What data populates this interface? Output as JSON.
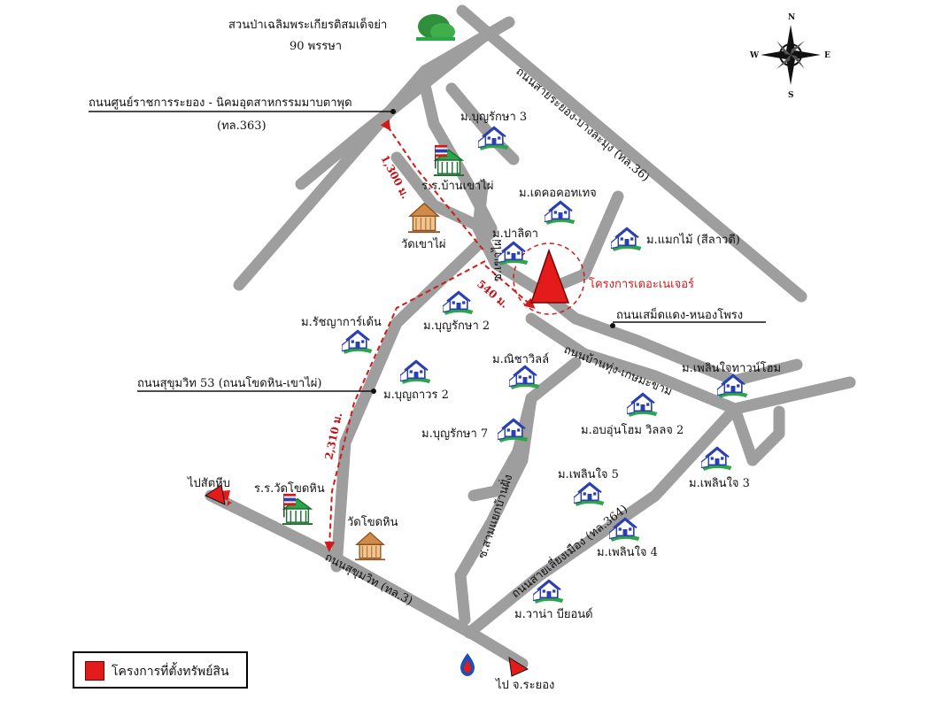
{
  "map": {
    "park": {
      "line1": "สวนป่าเฉลิมพระเกียรติสมเด็จย่า",
      "line2": "90 พรรษา"
    },
    "roads": {
      "sun_rayong": {
        "line1": "ถนนศูนย์ราชการระยอง - นิคมอุตสาหกรรมมาบตาพุด",
        "line2": "(ทล.363)"
      },
      "banchang_rayong": "ถนนสายระยอง-บางละมุง (ทล.36)",
      "saemdaeng": "ถนนเสม็ดแดง-หนองโพรง",
      "sukhumvit53": "ถนนสุขุมวิท 53 (ถนนโขดหิน-เขาไผ่)",
      "banthung": "ถนนบ้านทุ่ง-เกษมะขาม",
      "sukhumvit3": "ถนนสุขุมวิท (ทล.3)",
      "route364": "ถนนสายเลี่ยงเมือง (ทล.364)",
      "khaophai_soi": "ซ.เขาไผ่",
      "sai_wat": "ซ.สามแยกบ้านฝั่ง"
    },
    "villages": [
      {
        "id": "bunrak3",
        "label": "ม.บุญรักษา 3"
      },
      {
        "id": "decor",
        "label": "ม.เดคอคอทเทจ"
      },
      {
        "id": "maemai",
        "label": "ม.แมกไม้ (สีลาวดี)"
      },
      {
        "id": "parida",
        "label": "ม.ปาลิดา"
      },
      {
        "id": "bunrak2",
        "label": "ม.บุญรักษา 2"
      },
      {
        "id": "ratchayagarden",
        "label": "ม.รัชญาการ์เด้น"
      },
      {
        "id": "nichaville",
        "label": "ม.ณิชาวิลล์"
      },
      {
        "id": "phoenjai_town",
        "label": "ม.เพลินใจทาวน์โฮม"
      },
      {
        "id": "bunthawon2",
        "label": "ม.บุญถาวร 2"
      },
      {
        "id": "obun2",
        "label": "ม.อบอุ่นโฮม วิลลจ 2"
      },
      {
        "id": "bunrak7",
        "label": "ม.บุญรักษา 7"
      },
      {
        "id": "phoenjai3",
        "label": "ม.เพลินใจ 3"
      },
      {
        "id": "phoenjai5",
        "label": "ม.เพลินใจ 5"
      },
      {
        "id": "phoenjai4",
        "label": "ม.เพลินใจ 4"
      },
      {
        "id": "wana",
        "label": "ม.วาน่า บียอนด์"
      }
    ],
    "schools": {
      "khaophai": "ร.ร.บ้านเขาไผ่",
      "khodhin": "ร.ร.วัดโขดหิน"
    },
    "temples": {
      "khaophai": "วัดเขาไผ่",
      "khodhin": "วัดโขดหิน"
    },
    "project": "โครงการเดอะเนเจอร์",
    "distances": {
      "d1300": "1,300 ม.",
      "d540": "540 ม.",
      "d2310": "2,310 ม."
    },
    "directions": {
      "sattahip": "ไปสัตหีบ",
      "rayong": "ไป จ.ระยอง"
    },
    "compass": {
      "n": "N",
      "s": "S",
      "e": "E",
      "w": "W"
    }
  },
  "legend": {
    "label": "โครงการที่ตั้งทรัพย์สิน",
    "color": "#e41b1b"
  },
  "colors": {
    "road": "#9e9e9e",
    "route": "#d11a1a",
    "project": "#e41b1b"
  }
}
